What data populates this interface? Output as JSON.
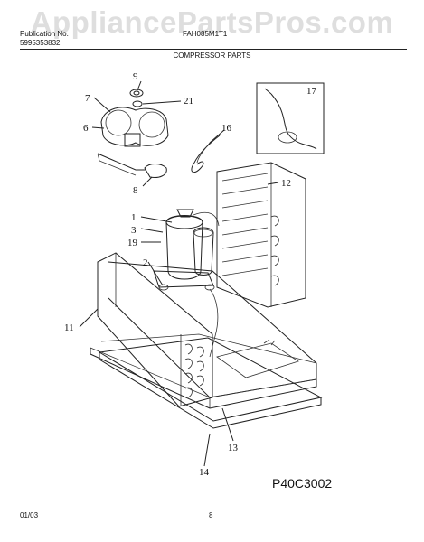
{
  "watermark": "AppliancePartsPros.com",
  "header": {
    "publication_label": "Publication No.",
    "publication_number": "5995353832",
    "model": "FAH085M1T1",
    "section": "COMPRESSOR PARTS"
  },
  "callouts": {
    "c1": "1",
    "c2": "2",
    "c3": "3",
    "c6": "6",
    "c7": "7",
    "c8": "8",
    "c9": "9",
    "c11": "11",
    "c12": "12",
    "c13": "13",
    "c14": "14",
    "c16": "16",
    "c17": "17",
    "c19": "19",
    "c21": "21"
  },
  "diagram_code": "P40C3002",
  "footer": {
    "date": "01/03",
    "page": "8"
  }
}
